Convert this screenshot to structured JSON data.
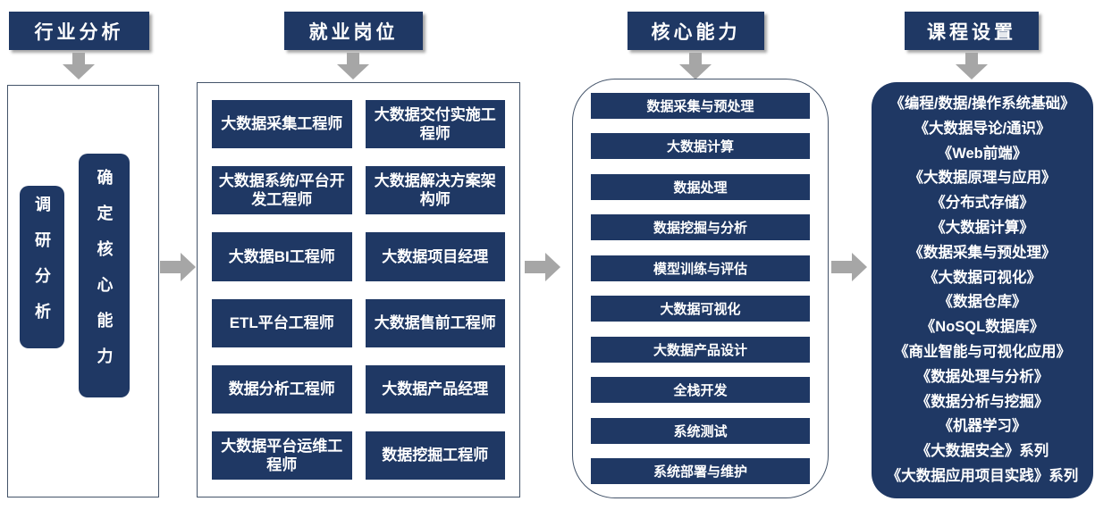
{
  "headers": {
    "industry": "行业分析",
    "jobs": "就业岗位",
    "skills": "核心能力",
    "courses": "课程设置"
  },
  "industry": {
    "items": [
      "调研分析",
      "确定核心能力"
    ]
  },
  "jobs": {
    "left": [
      "大数据采集工程师",
      "大数据系统/平台开发工程师",
      "大数据BI工程师",
      "ETL平台工程师",
      "数据分析工程师",
      "大数据平台运维工程师"
    ],
    "right": [
      "大数据交付实施工程师",
      "大数据解决方案架构师",
      "大数据项目经理",
      "大数据售前工程师",
      "大数据产品经理",
      "数据挖掘工程师"
    ]
  },
  "skills": {
    "items": [
      "数据采集与预处理",
      "大数据计算",
      "数据处理",
      "数据挖掘与分析",
      "模型训练与评估",
      "大数据可视化",
      "大数据产品设计",
      "全栈开发",
      "系统测试",
      "系统部署与维护"
    ]
  },
  "courses": {
    "items": [
      "《编程/数据/操作系统基础》",
      "《大数据导论/通识》",
      "《Web前端》",
      "《大数据原理与应用》",
      "《分布式存储》",
      "《大数据计算》",
      "《数据采集与预处理》",
      "《大数据可视化》",
      "《数据仓库》",
      "《NoSQL数据库》",
      "《商业智能与可视化应用》",
      "《数据处理与分析》",
      "《数据分析与挖掘》",
      "《机器学习》",
      "《大数据安全》系列",
      "《大数据应用项目实践》系列"
    ]
  },
  "colors": {
    "navy": "#1f3864",
    "arrow_gray": "#a6a6a6",
    "panel_border": "#44546a",
    "text_on_navy": "#ffffff"
  }
}
